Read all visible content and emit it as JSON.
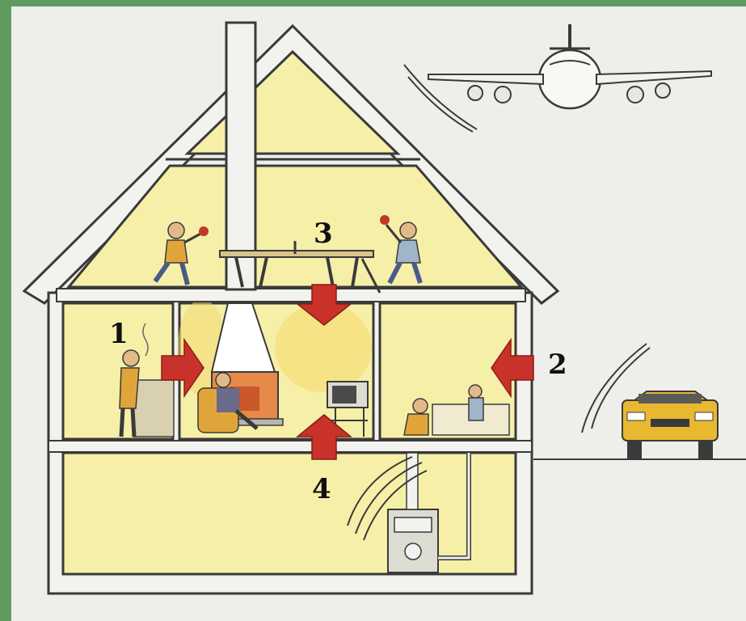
{
  "labels": {
    "kitchen_source": "1",
    "outside_source": "2",
    "attic_source": "3",
    "basement_source": "4"
  },
  "colors": {
    "frame_green": "#5f9b5f",
    "paper": "#eeeeea",
    "interior_yellow": "#f6efa8",
    "glow_yellow": "#f4d86a",
    "arrow_red": "#c8322a",
    "wall_outline": "#3a3a3a",
    "car_yellow": "#e8b830"
  },
  "icons": {
    "airplane": "airplane-icon",
    "car": "car-icon",
    "furnace": "furnace-icon",
    "fireplace": "fireplace-icon",
    "television": "television-icon",
    "ping-pong-table": "ping-pong-table-icon",
    "sound-waves": "sound-waves-icon"
  }
}
